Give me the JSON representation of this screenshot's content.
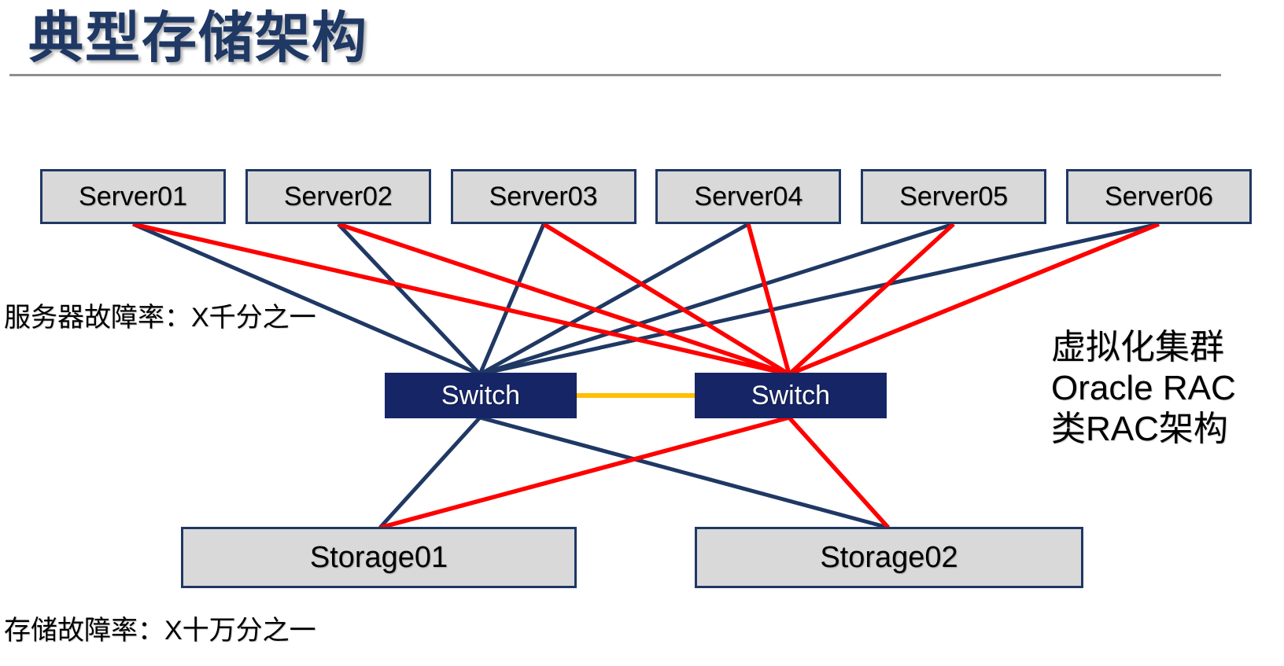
{
  "title": "典型存储架构",
  "labels": {
    "server_failure_rate": "服务器故障率：X千分之一",
    "storage_failure_rate": "存储故障率：X十万分之一"
  },
  "annotation": {
    "lines": [
      "虚拟化集群",
      "Oracle RAC",
      "类RAC架构"
    ]
  },
  "nodes": {
    "servers": [
      "Server01",
      "Server02",
      "Server03",
      "Server04",
      "Server05",
      "Server06"
    ],
    "switches": [
      "Switch",
      "Switch"
    ],
    "storages": [
      "Storage01",
      "Storage02"
    ]
  },
  "connections": [
    {
      "from": "Server01",
      "to": "Switch-1",
      "color": "#1F3864"
    },
    {
      "from": "Server02",
      "to": "Switch-1",
      "color": "#1F3864"
    },
    {
      "from": "Server03",
      "to": "Switch-1",
      "color": "#1F3864"
    },
    {
      "from": "Server04",
      "to": "Switch-1",
      "color": "#1F3864"
    },
    {
      "from": "Server05",
      "to": "Switch-1",
      "color": "#1F3864"
    },
    {
      "from": "Server06",
      "to": "Switch-1",
      "color": "#1F3864"
    },
    {
      "from": "Server01",
      "to": "Switch-2",
      "color": "#FF0000"
    },
    {
      "from": "Server02",
      "to": "Switch-2",
      "color": "#FF0000"
    },
    {
      "from": "Server03",
      "to": "Switch-2",
      "color": "#FF0000"
    },
    {
      "from": "Server04",
      "to": "Switch-2",
      "color": "#FF0000"
    },
    {
      "from": "Server05",
      "to": "Switch-2",
      "color": "#FF0000"
    },
    {
      "from": "Server06",
      "to": "Switch-2",
      "color": "#FF0000"
    },
    {
      "from": "Switch-1",
      "to": "Switch-2",
      "color": "#FFC000"
    },
    {
      "from": "Switch-1",
      "to": "Storage01",
      "color": "#1F3864"
    },
    {
      "from": "Switch-1",
      "to": "Storage02",
      "color": "#1F3864"
    },
    {
      "from": "Switch-2",
      "to": "Storage01",
      "color": "#FF0000"
    },
    {
      "from": "Switch-2",
      "to": "Storage02",
      "color": "#FF0000"
    }
  ],
  "colors": {
    "navy": "#1F3864",
    "switch_fill": "#152566",
    "red": "#FF0000",
    "orange": "#FFC000",
    "box_fill": "#D9D9D9",
    "title": "#1F3864",
    "rule_gray": "#8E8E8E"
  }
}
